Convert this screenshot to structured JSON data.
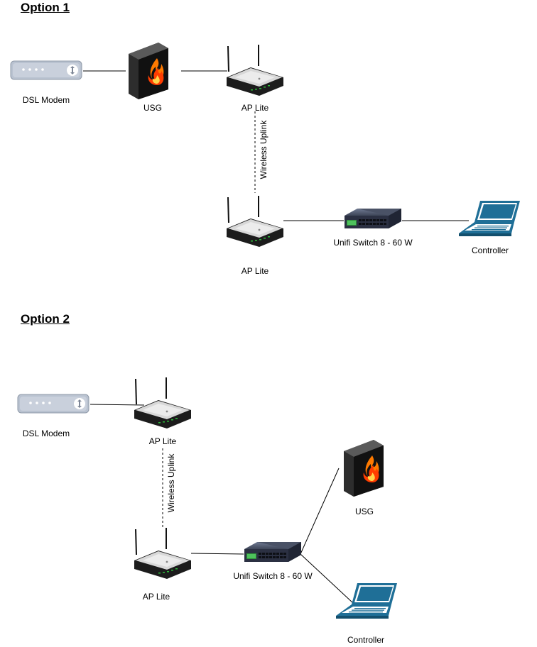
{
  "option1": {
    "heading": "Option 1",
    "dsl_modem": "DSL Modem",
    "usg": "USG",
    "ap_top": "AP Lite",
    "wireless_uplink": "Wireless Uplink",
    "ap_bottom": "AP Lite",
    "switch": "Unifi Switch 8 - 60 W",
    "controller": "Controller"
  },
  "option2": {
    "heading": "Option 2",
    "dsl_modem": "DSL Modem",
    "ap_top": "AP Lite",
    "wireless_uplink": "Wireless Uplink",
    "ap_bottom": "AP Lite",
    "switch": "Unifi Switch 8 - 60 W",
    "usg": "USG",
    "controller": "Controller"
  },
  "icons": [
    "modem-icon",
    "firewall-icon",
    "router-icon",
    "switch-icon",
    "laptop-icon"
  ]
}
